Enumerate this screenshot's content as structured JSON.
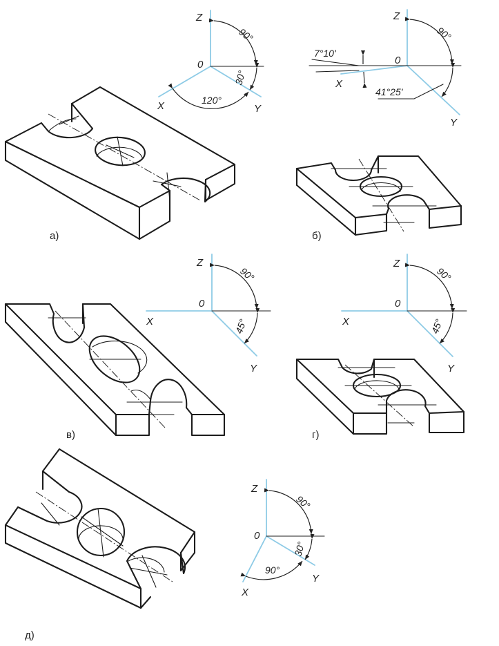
{
  "axes": {
    "x": "X",
    "y": "Y",
    "z": "Z",
    "origin": "0"
  },
  "panels": [
    {
      "caption": "а)",
      "angles": [
        "90°",
        "30°",
        "120°"
      ]
    },
    {
      "caption": "б)",
      "angles": [
        "90°",
        "7°10'",
        "41°25'"
      ]
    },
    {
      "caption": "в)",
      "angles": [
        "90°",
        "45°"
      ]
    },
    {
      "caption": "г)",
      "angles": [
        "90°",
        "45°"
      ]
    },
    {
      "caption": "д)",
      "angles": [
        "90°",
        "30°",
        "90°"
      ]
    }
  ],
  "colors": {
    "axis": "#8ecbe6",
    "line": "#1c1c1c"
  }
}
